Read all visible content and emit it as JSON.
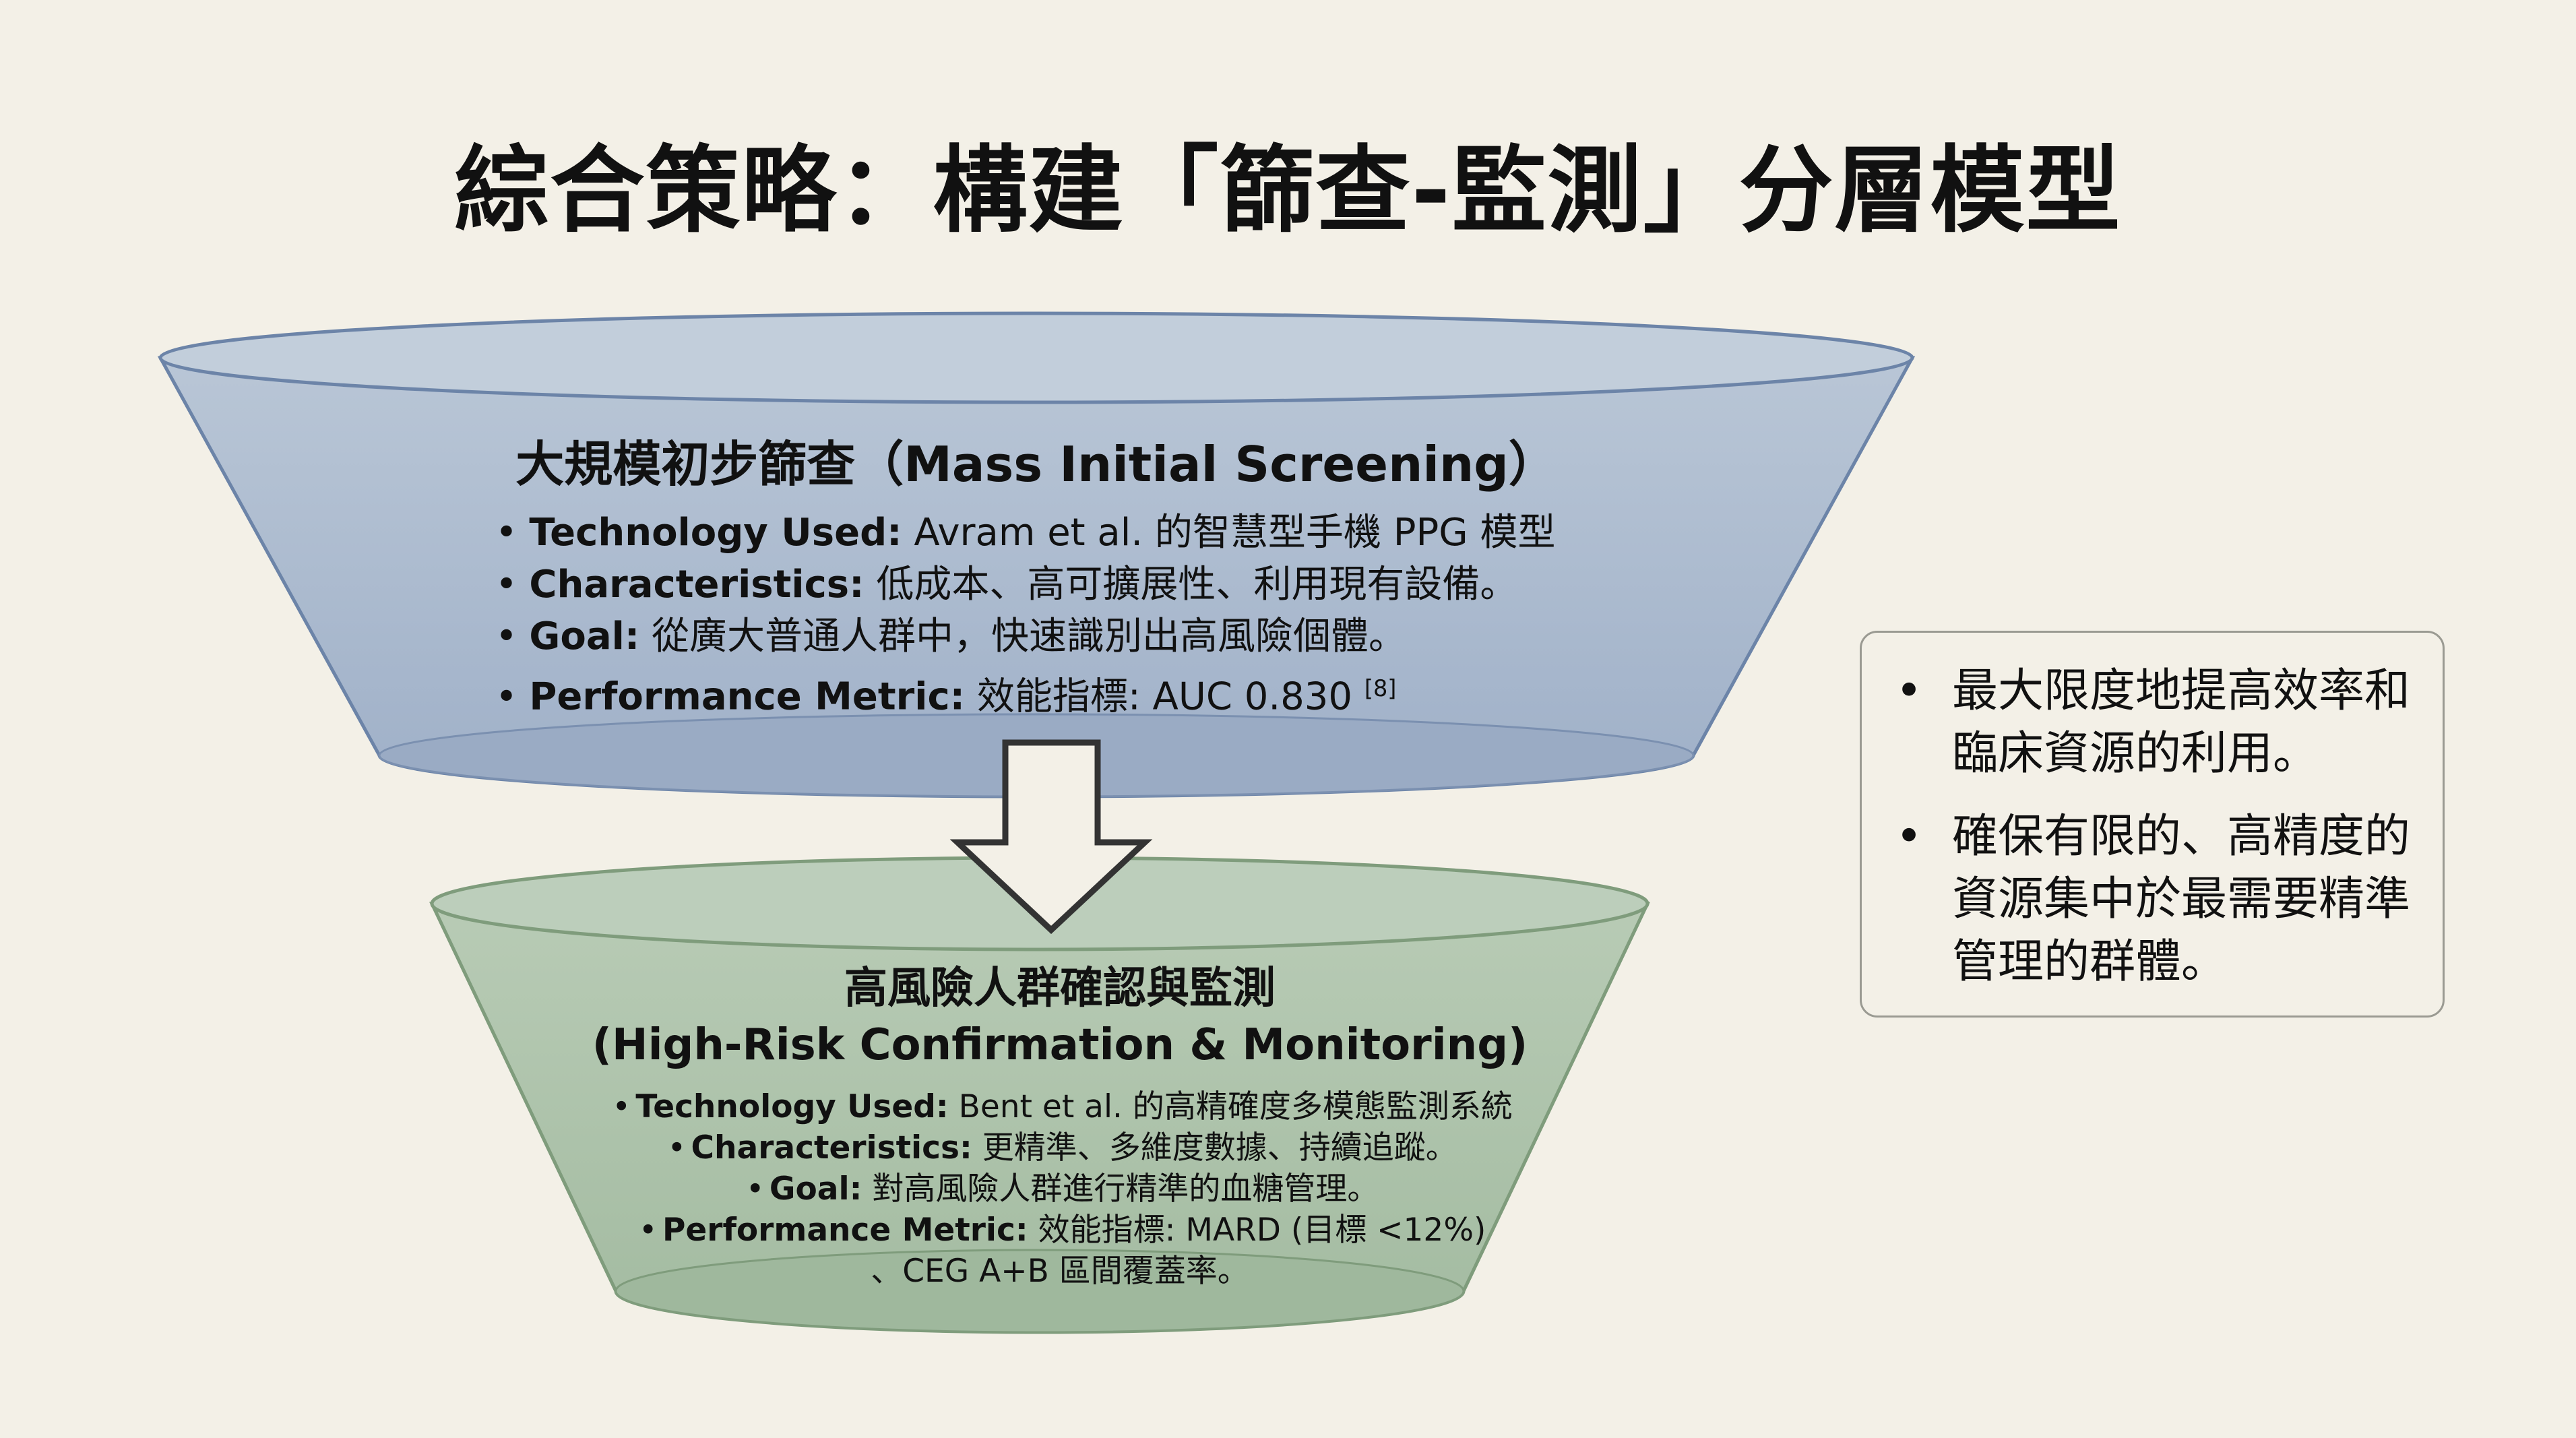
{
  "title": "綜合策略：構建「篩查-監測」分層模型",
  "top_tier": {
    "heading": "大規模初步篩查（Mass Initial Screening）",
    "bullets": [
      {
        "label": "Technology Used:",
        "text": " Avram et al. 的智慧型手機 PPG 模型"
      },
      {
        "label": "Characteristics:",
        "text": " 低成本、高可擴展性、利用現有設備。"
      },
      {
        "label": "Goal:",
        "text": " 從廣大普通人群中，快速識別出高風險個體。"
      },
      {
        "label": "Performance Metric:",
        "text": " 效能指標: AUC 0.830 ",
        "ref": "[8]"
      }
    ],
    "color": "#a9b8cd"
  },
  "bottom_tier": {
    "heading_zh": "高風險人群確認與監測",
    "heading_en": "(High-Risk Confirmation & Monitoring)",
    "bullets": [
      {
        "label": "Technology Used:",
        "text": " Bent et al. 的高精確度多模態監測系統"
      },
      {
        "label": "Characteristics:",
        "text": " 更精準、多維度數據、持續追蹤。"
      },
      {
        "label": "Goal:",
        "text": " 對高風險人群進行精準的血糖管理。"
      },
      {
        "label": "Performance Metric:",
        "text": " 效能指標: MARD (目標 <12%)",
        "continuation": "、CEG A+B 區間覆蓋率。"
      }
    ],
    "color": "#a9c0a7"
  },
  "side_box": {
    "bullets": [
      "最大限度地提高效率和臨床資源的利用。",
      "確保有限的、高精度的資源集中於最需要精準管理的群體。"
    ]
  }
}
